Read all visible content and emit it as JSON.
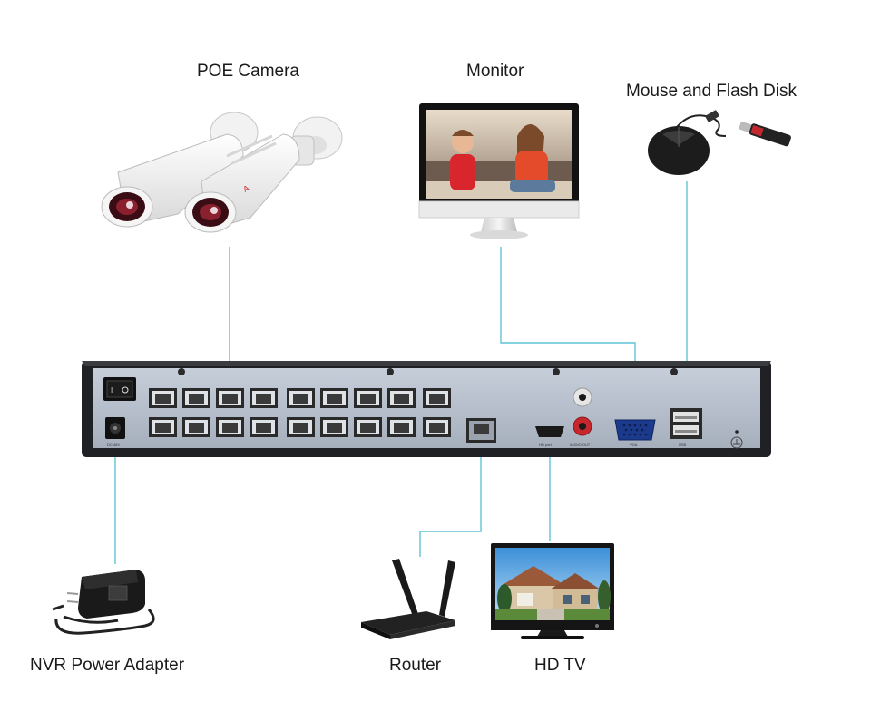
{
  "labels": {
    "poe_camera": "POE Camera",
    "monitor": "Monitor",
    "mouse_flash": "Mouse and Flash Disk",
    "power_adapter": "NVR Power Adapter",
    "router": "Router",
    "hdtv": "HD TV"
  },
  "nvr": {
    "power_port_label": "DC 48V",
    "hdmi_label": "HD port",
    "audio_out_label": "AUDIO OUT",
    "vga_label": "VGA",
    "usb_label": "USB"
  },
  "colors": {
    "connector": "#5fc4d6",
    "nvr_body": "#222428",
    "nvr_panel": "#b4bdc9",
    "text": "#1a1a1a"
  }
}
